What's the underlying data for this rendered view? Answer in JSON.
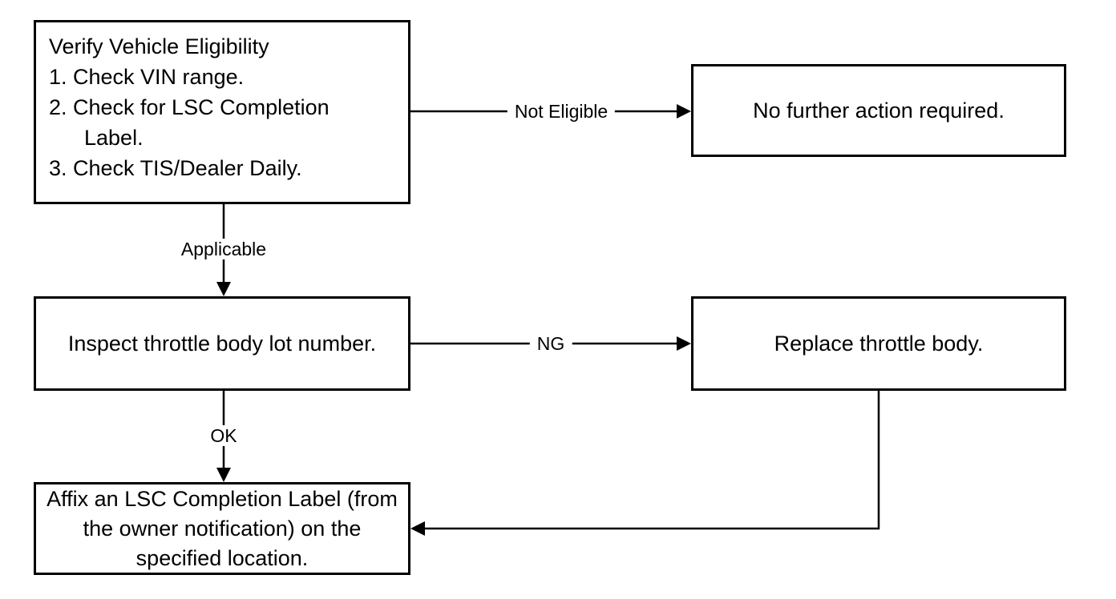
{
  "diagram": {
    "title": "LSC throttle body repair procedure flowchart",
    "colors": {
      "line": "#000000",
      "background": "#ffffff",
      "text": "#000000"
    },
    "nodes": {
      "verify": {
        "lines": [
          "Verify Vehicle Eligibility",
          "1. Check VIN range.",
          "2. Check for LSC Completion",
          "Label.",
          "3. Check TIS/Dealer Daily."
        ]
      },
      "no_action": {
        "text": "No further action required."
      },
      "inspect": {
        "text": "Inspect throttle body lot number."
      },
      "replace": {
        "text": "Replace throttle body."
      },
      "affix": {
        "text": "Affix an LSC Completion Label (from the owner notification) on the specified location."
      }
    },
    "edge_labels": {
      "not_eligible": "Not Eligible",
      "applicable": "Applicable",
      "ng": "NG",
      "ok": "OK"
    }
  }
}
